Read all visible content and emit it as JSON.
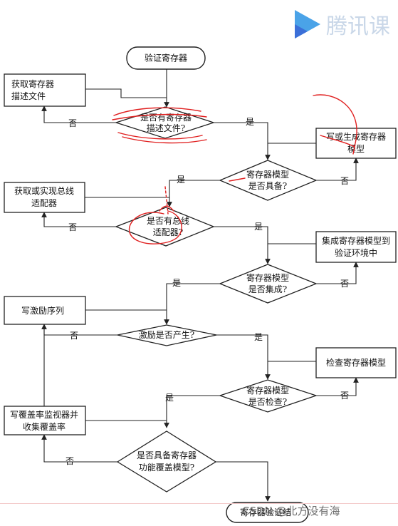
{
  "watermark": {
    "brand": "腾讯课",
    "credit": "CSDN @北方没有海",
    "logo_colors": [
      "#4aa3e8",
      "#3b6fd8"
    ]
  },
  "flowchart": {
    "nodes": {
      "start": [
        "验证寄存器"
      ],
      "get_desc": [
        "获取寄存器",
        "描述文件"
      ],
      "q_desc": [
        "是否有寄存器",
        "描述文件?"
      ],
      "gen_model": [
        "写或生成寄存器",
        "模型"
      ],
      "q_model": [
        "寄存器模型",
        "是否具备?"
      ],
      "get_adapter": [
        "获取或实现总线",
        "适配器"
      ],
      "q_adapter": [
        "是否有总线",
        "适配器?"
      ],
      "integrate": [
        "集成寄存器模型到",
        "验证环境中"
      ],
      "q_integrated": [
        "寄存器模型",
        "是否集成?"
      ],
      "write_seq": [
        "写激励序列"
      ],
      "q_stim": [
        "激励是否产生?"
      ],
      "check_model": [
        "检查寄存器模型"
      ],
      "q_checked": [
        "寄存器模型",
        "是否检查?"
      ],
      "cov": [
        "写覆盖率监视器并",
        "收集覆盖率"
      ],
      "q_cov": [
        "是否具备寄存器",
        "功能覆盖模型?"
      ],
      "end": [
        "寄存器验证结"
      ]
    },
    "edge_labels": {
      "yes": "是",
      "no": "否"
    },
    "colors": {
      "line": "#222222",
      "annotation": "#e02020"
    }
  }
}
